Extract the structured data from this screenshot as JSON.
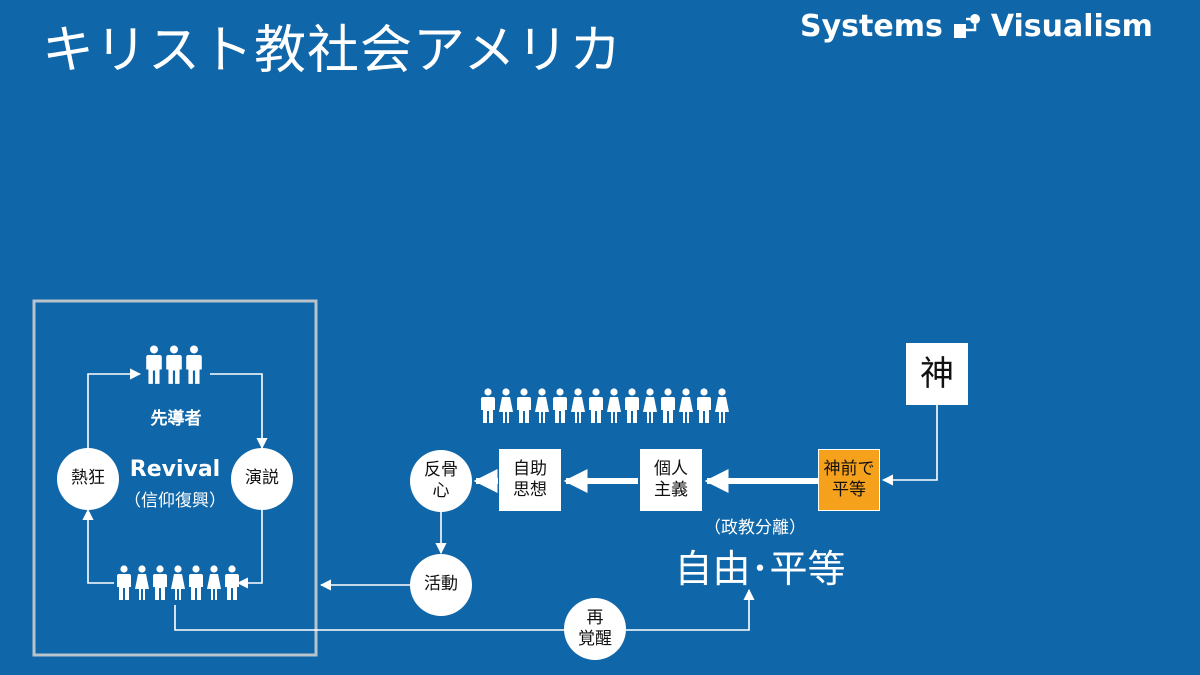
{
  "title": "キリスト教社会アメリカ",
  "brand": {
    "text_left": "Systems",
    "text_right": "Visualism",
    "logo_icon": "systems-visualism-logo-icon"
  },
  "colors": {
    "background": "#0f66a8",
    "node": "#ffffff",
    "highlight": "#f5a11c",
    "frame": "#b9c3cc",
    "arrow": "#ffffff"
  },
  "revival": {
    "title": "Revival",
    "subtitle": "（信仰復興）",
    "leaders_label": "先導者",
    "speech": "演説",
    "frenzy": "熱狂"
  },
  "nodes": {
    "god": "神",
    "equal_before_god": "神前で\n平等",
    "individualism": "個人\n主義",
    "self_help": "自助\n思想",
    "rebellion": "反骨\n心",
    "activity": "活動",
    "reawakening": "再\n覚醒"
  },
  "separation_label": "（政教分離）",
  "freedom_label": "自由･平等",
  "crowd": {
    "count": 14,
    "icon": "person-icon"
  },
  "revival_crowd": {
    "count": 7,
    "icon": "person-icon"
  },
  "leaders": {
    "count": 3,
    "icon": "person-icon"
  }
}
